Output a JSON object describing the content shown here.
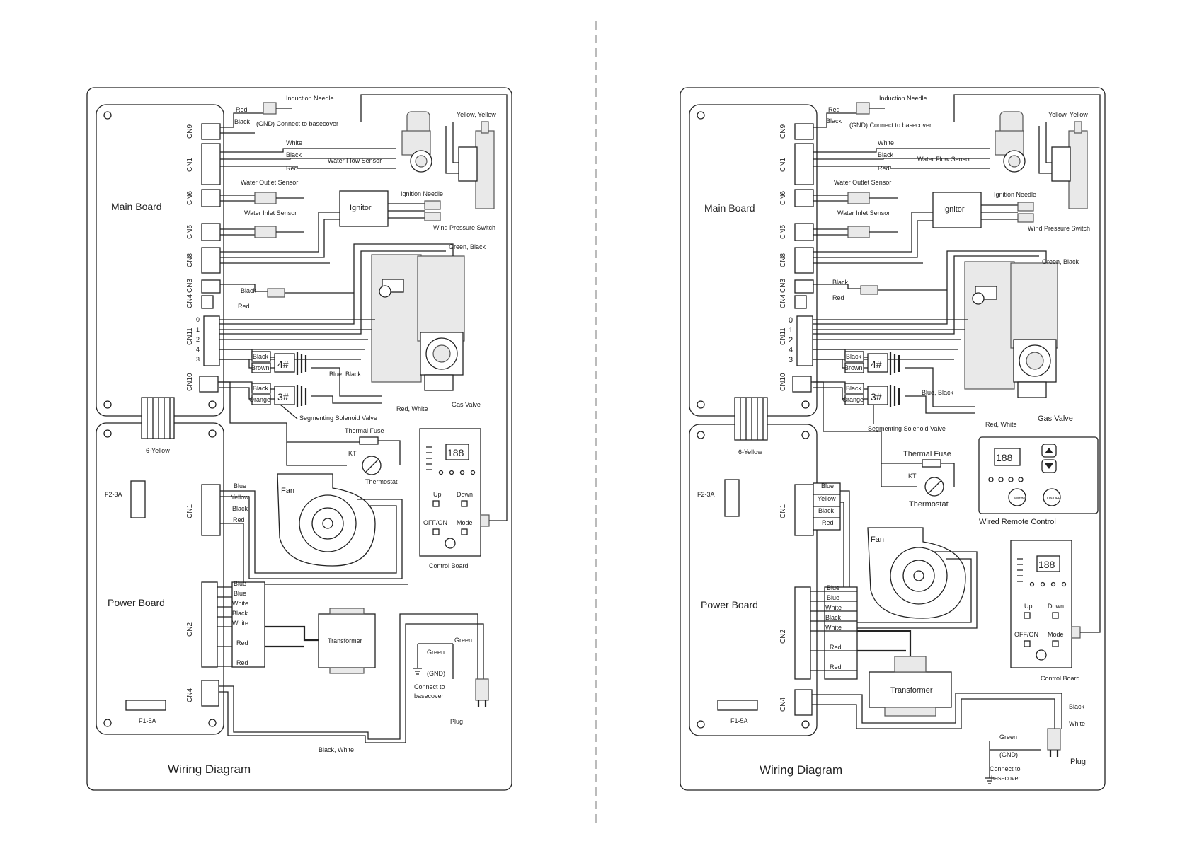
{
  "left": {
    "title": "Wiring Diagram",
    "main_board": "Main Board",
    "power_board": "Power Board",
    "cn9": "CN9",
    "cn1": "CN1",
    "cn6": "CN6",
    "cn5": "CN5",
    "cn8": "CN8",
    "cn3": "CN3",
    "cn4": "CN4",
    "cn11": "CN11",
    "cn10": "CN10",
    "pcn1": "CN1",
    "pcn2": "CN2",
    "pcn4": "CN4",
    "induction_needle": "Induction Needle",
    "red": "Red",
    "black": "Black",
    "gnd_connect": "(GND) Connect to  basecover",
    "white": "White",
    "water_flow_sensor": "Water Flow Sensor",
    "yellow_yellow": "Yellow, Yellow",
    "water_outlet_sensor": "Water Outlet Sensor",
    "ignitor": "Ignitor",
    "ignition_needle": "Ignition Needle",
    "water_inlet_sensor": "Water Inlet Sensor",
    "wind_pressure_switch": "Wind Pressure Switch",
    "green_black": "Green, Black",
    "cn11_pins": [
      "0",
      "1",
      "2",
      "4",
      "3"
    ],
    "brown": "Brown",
    "orange": "Orange",
    "valve4": "4#",
    "valve3": "3#",
    "blue_black": "Blue, Black",
    "gas_valve": "Gas Valve",
    "segmenting_solenoid_valve": "Segmenting Solenoid Valve",
    "red_white": "Red, White",
    "thermal_fuse": "Thermal Fuse",
    "kt": "KT",
    "thermostat": "Thermostat",
    "six_yellow": "6-Yellow",
    "f2": "F2-3A",
    "fan": "Fan",
    "blue": "Blue",
    "yellow": "Yellow",
    "display": "188",
    "up": "Up",
    "down": "Down",
    "off_on": "OFF/ON",
    "mode": "Mode",
    "control_board": "Control Board",
    "transformer": "Transformer",
    "green": "Green",
    "gnd": "(GND)",
    "connect_to": "Connect to",
    "basecover": "basecover",
    "plug": "Plug",
    "f1": "F1-5A",
    "black_white": "Black, White"
  },
  "right": {
    "title": "Wiring Diagram",
    "main_board": "Main  Board",
    "power_board": "Power  Board",
    "cn9": "CN9",
    "cn1": "CN1",
    "cn6": "CN6",
    "cn5": "CN5",
    "cn8": "CN8",
    "cn3": "CN3",
    "cn4": "CN4",
    "cn11": "CN11",
    "cn10": "CN10",
    "pcn1": "CN1",
    "pcn2": "CN2",
    "pcn4": "CN4",
    "induction_needle": "Induction Needle",
    "red": "Red",
    "black": "Black",
    "gnd_connect": "(GND) Connect to  basecover",
    "white": "White",
    "water_flow_sensor": "Water Flow Sensor",
    "yellow_yellow": "Yellow, Yellow",
    "water_outlet_sensor": "Water Outlet Sensor",
    "ignitor": "Ignitor",
    "ignition_needle": "Ignition Needle",
    "water_inlet_sensor": "Water Inlet Sensor",
    "wind_pressure_switch": "Wind Pressure Switch",
    "green_black": "Green, Black",
    "cn11_pins": [
      "0",
      "1",
      "2",
      "4",
      "3"
    ],
    "brown": "Brown",
    "orange": "Orange",
    "valve4": "4#",
    "valve3": "3#",
    "blue_black": "Blue, Black",
    "gas_valve": "Gas Valve",
    "segmenting_solenoid_valve": "Segmenting Solenoid Valve",
    "red_white": "Red, White",
    "thermal_fuse": "Thermal Fuse",
    "kt": "KT",
    "thermostat": "Thermostat",
    "six_yellow": "6-Yellow",
    "f2": "F2-3A",
    "wired_remote_control": "Wired Remote Control",
    "override": "Override",
    "onoff": "ON/OFF",
    "fan": "Fan",
    "blue": "Blue",
    "yellow": "Yellow",
    "display": "188",
    "up": "Up",
    "down": "Down",
    "off_on": "OFF/ON",
    "mode": "Mode",
    "control_board": "Control  Board",
    "transformer": "Transformer",
    "green": "Green",
    "gnd": "(GND)",
    "connect_to": "Connect to",
    "basecover": "basecover",
    "plug": "Plug",
    "f1": "F1-5A"
  }
}
